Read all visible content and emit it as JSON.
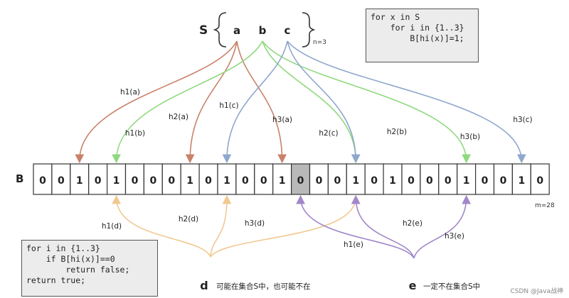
{
  "set": {
    "label": "S",
    "elements": [
      "a",
      "b",
      "c"
    ],
    "size_label": "n=3"
  },
  "array": {
    "label": "B",
    "bits": [
      "0",
      "0",
      "1",
      "0",
      "1",
      "0",
      "0",
      "0",
      "1",
      "0",
      "1",
      "0",
      "0",
      "1",
      "0",
      "0",
      "0",
      "1",
      "0",
      "1",
      "0",
      "0",
      "0",
      "1",
      "0",
      "0",
      "1",
      "0"
    ],
    "highlight_index": 14,
    "size_label": "m=28"
  },
  "code_top": [
    "for x in S",
    "    for i in {1..3}",
    "        B[hi(x)]=1;"
  ],
  "code_bottom": [
    "for i in {1..3}",
    "    if B[hi(x)]==0",
    "        return false;",
    "return true;"
  ],
  "colors": {
    "a": "#c8826a",
    "b": "#8fd87f",
    "c": "#8fa7cd",
    "d": "#f1c890",
    "e": "#a187c9",
    "highlight": "#b9b9b9"
  },
  "arrows_top": [
    {
      "label": "h1(a)",
      "from": "a",
      "to": 2
    },
    {
      "label": "h2(a)",
      "from": "a",
      "to": 8
    },
    {
      "label": "h3(a)",
      "from": "a",
      "to": 13
    },
    {
      "label": "h1(b)",
      "from": "b",
      "to": 4
    },
    {
      "label": "h2(b)",
      "from": "b",
      "to": 17
    },
    {
      "label": "h3(b)",
      "from": "b",
      "to": 23
    },
    {
      "label": "h1(c)",
      "from": "c",
      "to": 10
    },
    {
      "label": "h2(c)",
      "from": "c",
      "to": 17
    },
    {
      "label": "h3(c)",
      "from": "c",
      "to": 26
    }
  ],
  "queries": [
    {
      "name": "d",
      "text": "可能在集合S中，也可能不在",
      "arrows": [
        {
          "label": "h1(d)",
          "to": 4
        },
        {
          "label": "h2(d)",
          "to": 10
        },
        {
          "label": "h3(d)",
          "to": 17
        }
      ]
    },
    {
      "name": "e",
      "text": "一定不在集合S中",
      "arrows": [
        {
          "label": "h1(e)",
          "to": 14
        },
        {
          "label": "h2(e)",
          "to": 17
        },
        {
          "label": "h3(e)",
          "to": 23
        }
      ]
    }
  ],
  "watermark": "CSDN @Java战神"
}
